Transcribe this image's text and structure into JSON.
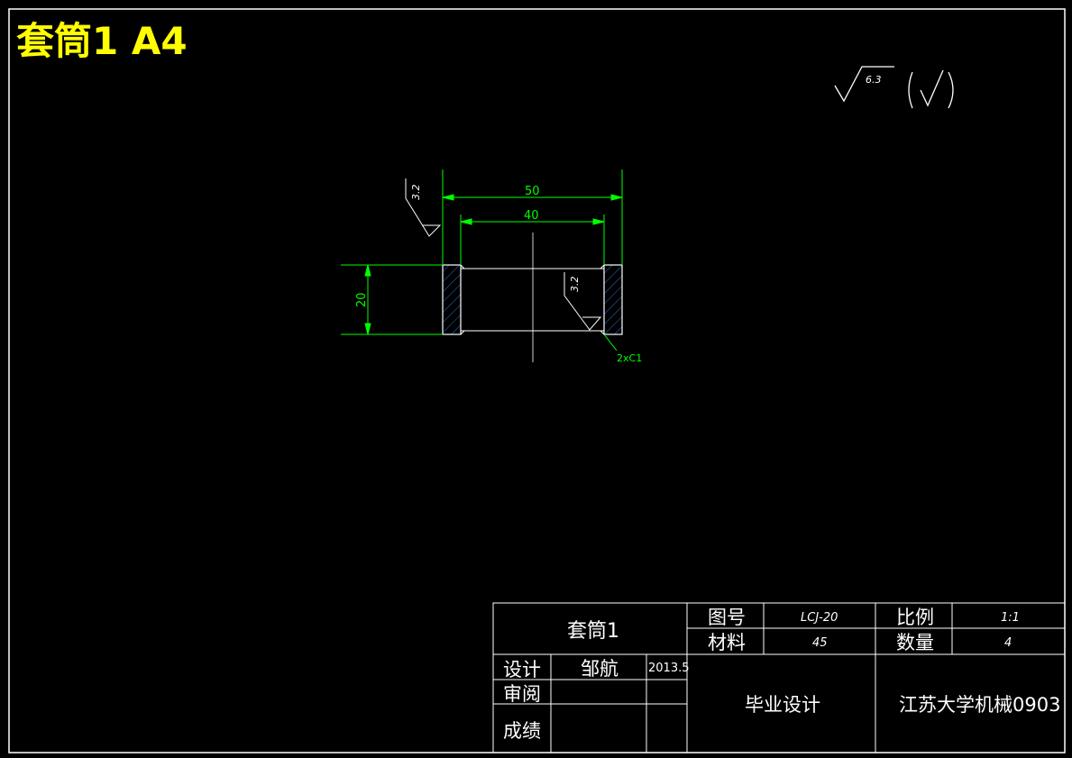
{
  "sheet": {
    "title": "套筒1  A4"
  },
  "surface_finish": {
    "default_roughness": "6.3"
  },
  "drawing": {
    "dimensions": {
      "outer_width": "50",
      "inner_width": "40",
      "height": "20",
      "chamfer": "2xC1"
    },
    "roughness_outer": "3.2",
    "roughness_inner": "3.2"
  },
  "title_block": {
    "part_name": "套筒1",
    "drawing_no_label": "图号",
    "drawing_no": "LCJ-20",
    "material_label": "材料",
    "material": "45",
    "scale_label": "比例",
    "scale": "1:1",
    "quantity_label": "数量",
    "quantity": "4",
    "design_label": "设计",
    "designer": "邹航",
    "design_date": "2013.5",
    "review_label": "审阅",
    "grade_label": "成绩",
    "project": "毕业设计",
    "school": "江苏大学机械0903"
  },
  "colors": {
    "background": "#000000",
    "border": "#ffffff",
    "dimension": "#00ff00",
    "hatch": "#2a6fd6",
    "title": "#ffff00"
  }
}
